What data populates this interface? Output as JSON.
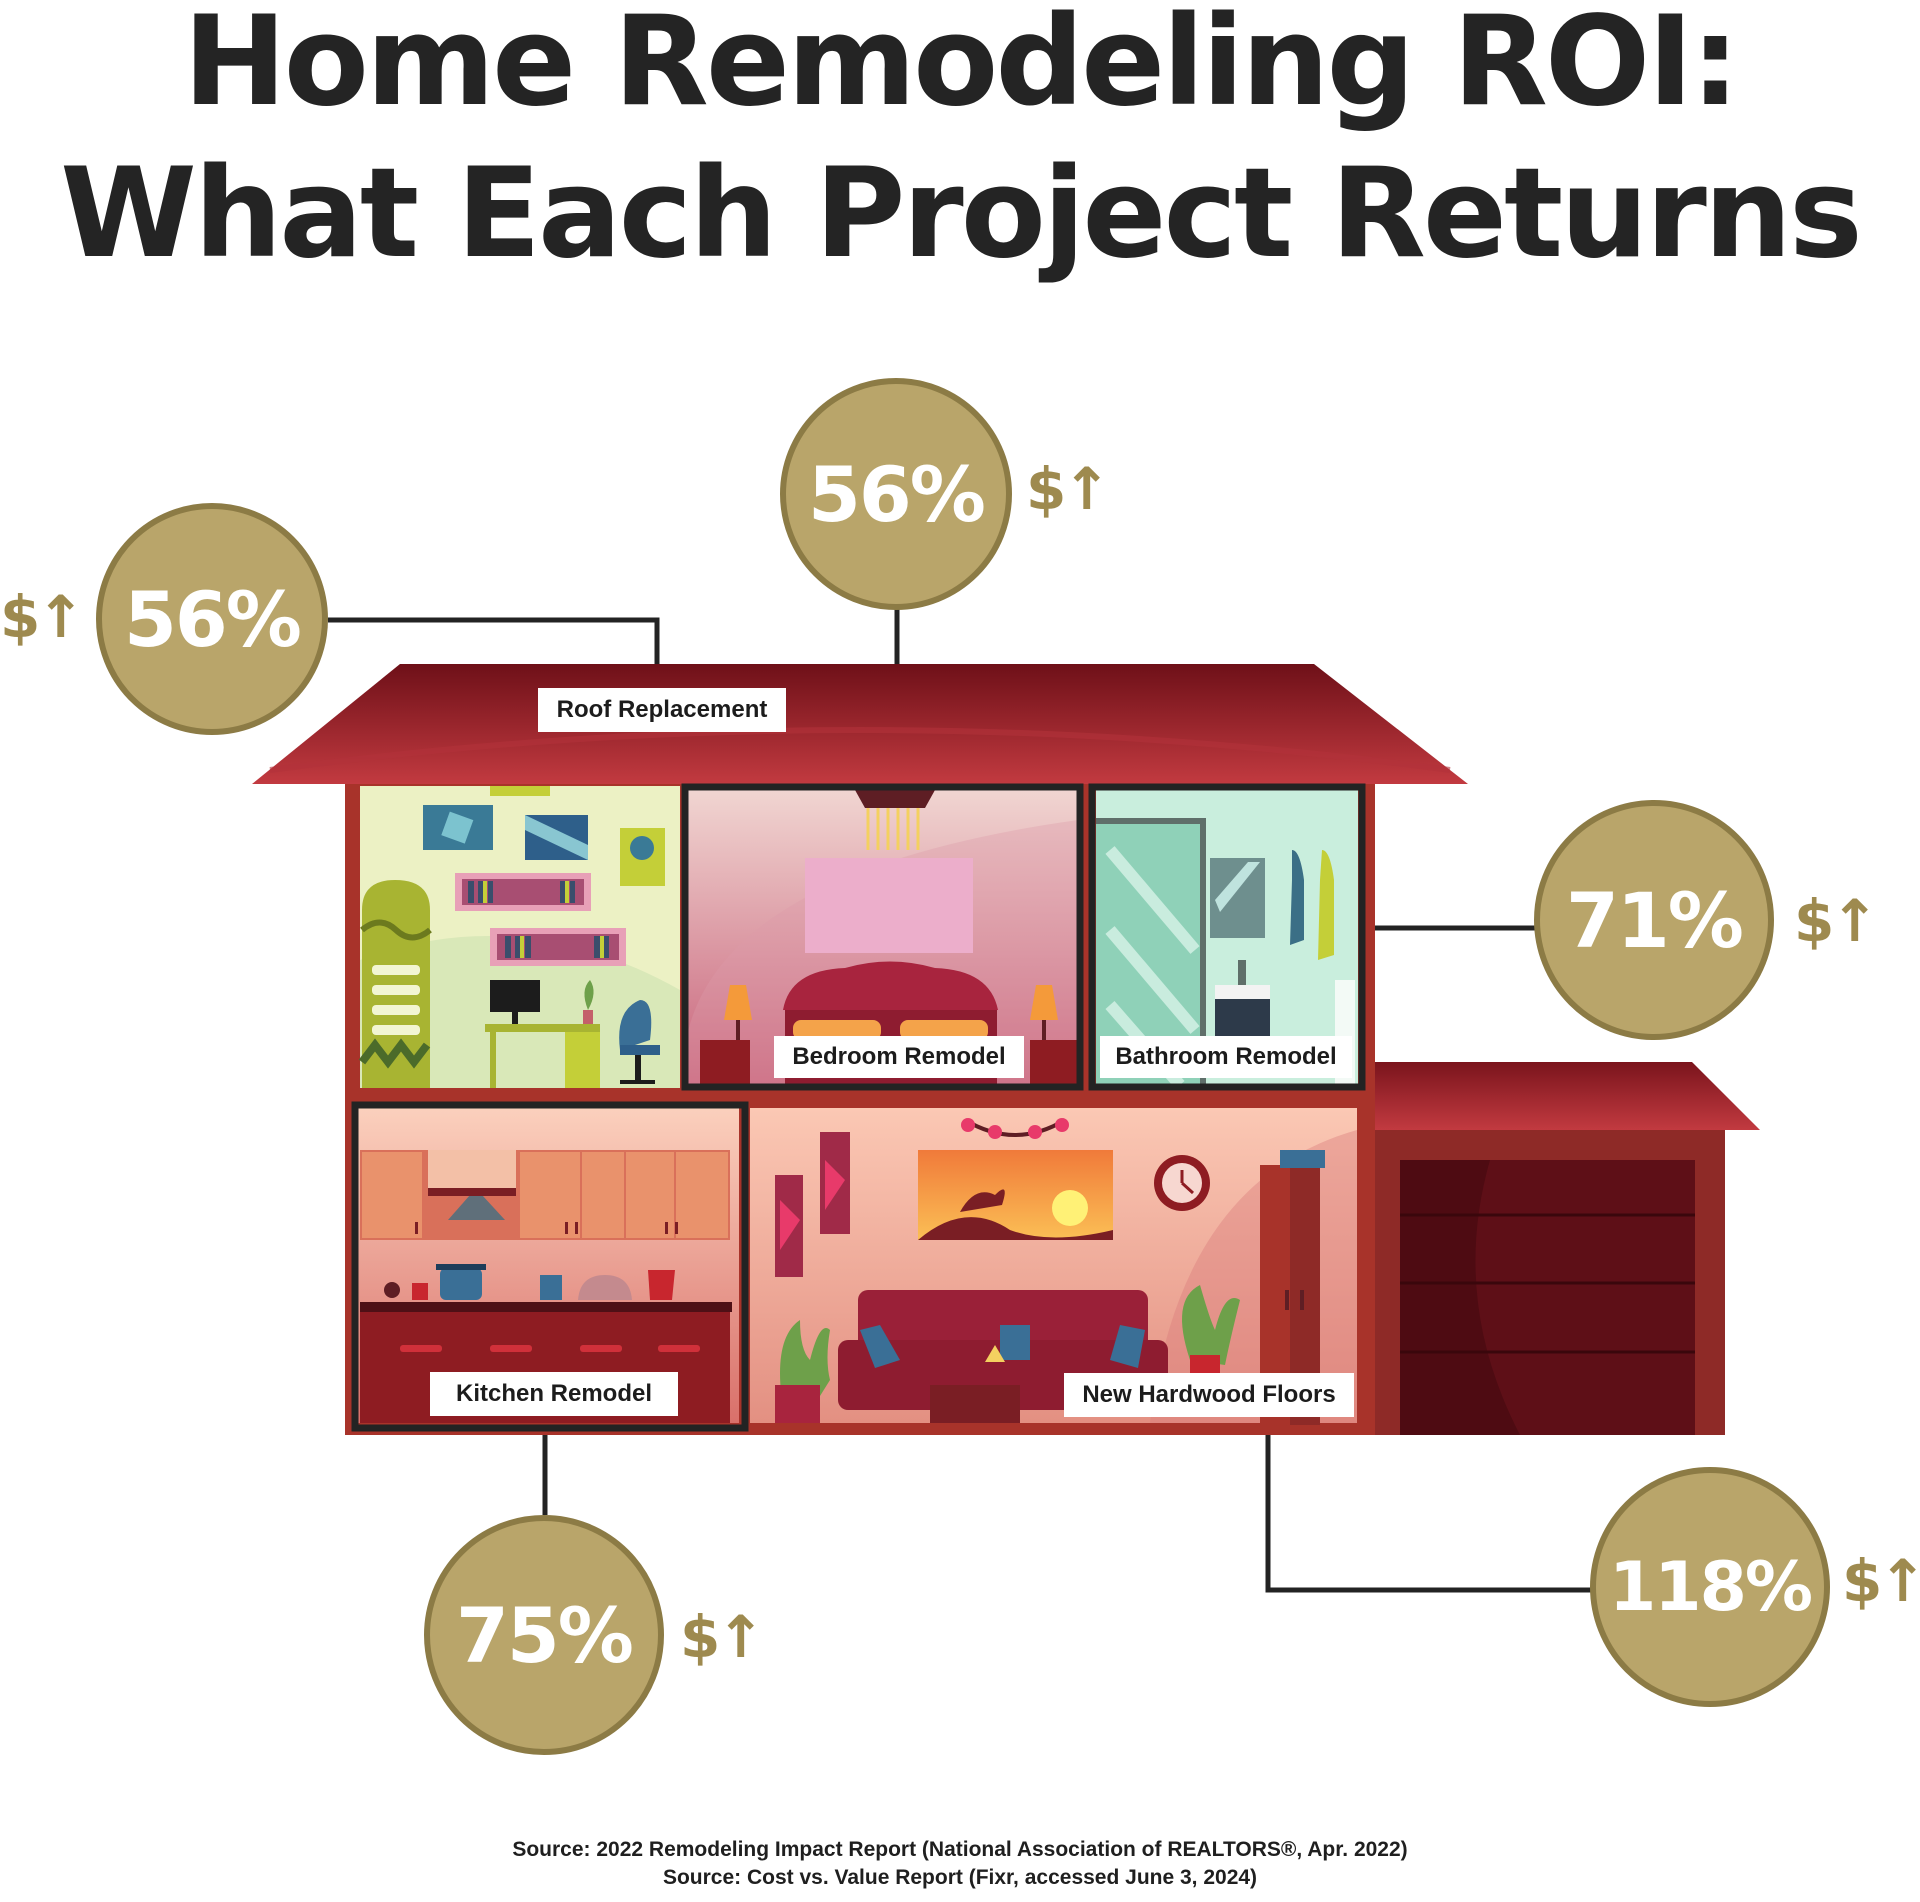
{
  "title": {
    "line1": "Home Remodeling ROI:",
    "line2": "What Each Project Returns"
  },
  "projects": [
    {
      "name": "Roof Replacement",
      "roi": "56%",
      "value": 56
    },
    {
      "name": "Bedroom Remodel",
      "roi": "56%",
      "value": 56
    },
    {
      "name": "Bathroom Remodel",
      "roi": "71%",
      "value": 71
    },
    {
      "name": "Kitchen Remodel",
      "roi": "75%",
      "value": 75
    },
    {
      "name": "New Hardwood Floors",
      "roi": "118%",
      "value": 118
    }
  ],
  "dollar_up_symbol": "$↑",
  "sources": [
    "Source: 2022 Remodeling Impact Report (National Association of REALTORS®, Apr. 2022)",
    "Source: Cost vs. Value Report (Fixr, accessed June 3, 2024)"
  ],
  "colors": {
    "title": "#242424",
    "badge_fill": "#b9a56a",
    "badge_ring": "#8c7b45",
    "dollar": "#9e8a4f",
    "roof": "#8e1c22",
    "house_wall": "#a8332a",
    "connector": "#232323"
  }
}
